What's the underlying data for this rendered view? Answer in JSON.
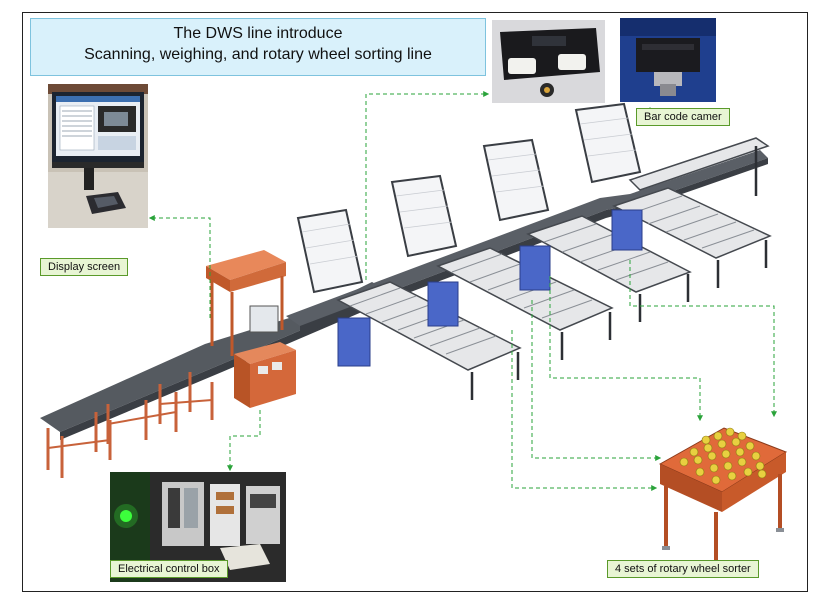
{
  "title": {
    "line1": "The DWS line introduce",
    "line2": "Scanning, weighing, and rotary wheel sorting line"
  },
  "labels": {
    "display_screen": "Display screen",
    "bar_code_camera": "Bar code camer",
    "electrical_control_box": "Electrical control box",
    "rotary_wheel_sorter": "4 sets  of rotary wheel sorter"
  },
  "colors": {
    "title_bg": "#d9f1fb",
    "label_bg": "#e8f5d4",
    "label_border": "#5a9a2a",
    "arrow": "#2aa33a",
    "frame_orange": "#d8673a",
    "roller_blue": "#4a67c8",
    "belt_gray": "#555a60"
  }
}
